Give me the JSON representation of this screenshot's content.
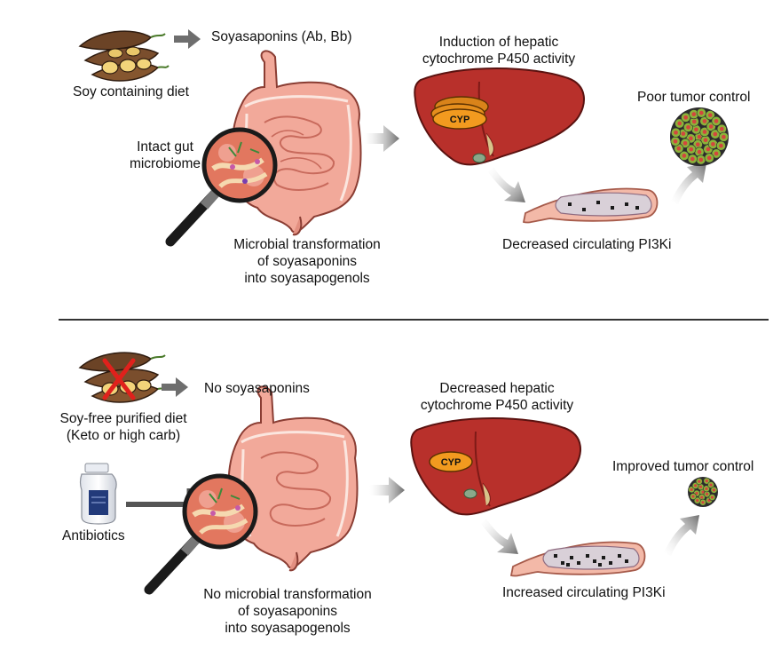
{
  "top": {
    "diet_label": "Soy containing diet",
    "soyasaponins_label": "Soyasaponins (Ab, Bb)",
    "microbiome_label_line1": "Intact gut",
    "microbiome_label_line2": "microbiome",
    "transformation_line1": "Microbial transformation",
    "transformation_line2": "of soyasaponins",
    "transformation_line3": "into soyasapogenols",
    "liver_label_line1": "Induction of hepatic",
    "liver_label_line2": "cytochrome P450 activity",
    "enzyme_label": "CYP",
    "circulation_label": "Decreased circulating PI3Ki",
    "tumor_label": "Poor tumor control"
  },
  "bottom": {
    "diet_label_line1": "Soy-free purified diet",
    "diet_label_line2": "(Keto or high carb)",
    "soyasaponins_label": "No soyasaponins",
    "antibiotics_label": "Antibiotics",
    "transformation_line1": "No microbial transformation",
    "transformation_line2": "of soyasaponins",
    "transformation_line3": "into soyasapogenols",
    "liver_label_line1": "Decreased hepatic",
    "liver_label_line2": "cytochrome P450 activity",
    "enzyme_label": "CYP",
    "circulation_label": "Increased circulating PI3Ki",
    "tumor_label": "Improved tumor control"
  },
  "colors": {
    "liver": "#b8302b",
    "liver_dark": "#7e1a17",
    "gut": "#f2a99a",
    "gut_dark": "#c86a5c",
    "cyp": "#f29a1f",
    "arrow": "#7a7a7a",
    "vessel": "#f3b9a8",
    "tumor_green": "#8bb33a",
    "tumor_red": "#d3463e",
    "bean": "#6b4326",
    "inhibit": "#555555"
  }
}
